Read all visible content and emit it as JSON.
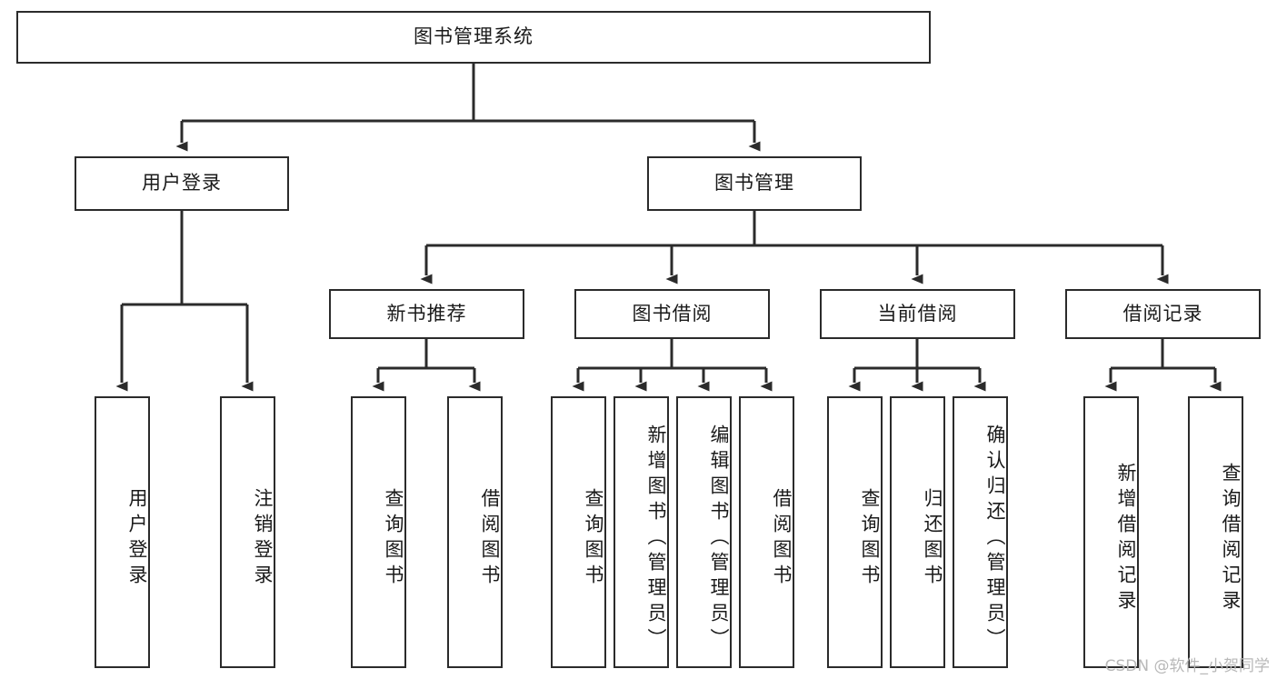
{
  "diagram": {
    "title": "图书管理系统",
    "type": "tree-hierarchy",
    "watermark": "CSDN @软件_小贺同学",
    "colors": {
      "border": "#2b2b2b",
      "fill": "#ffffff",
      "text": "#1a1a1a",
      "connector": "#2b2b2b",
      "watermark": "#b8b8b8"
    },
    "nodes": {
      "root": {
        "label": "图书管理系统"
      },
      "level2": [
        {
          "id": "user-login",
          "label": "用户登录"
        },
        {
          "id": "book-manage",
          "label": "图书管理"
        }
      ],
      "level3": [
        {
          "id": "new-book-recommend",
          "label": "新书推荐"
        },
        {
          "id": "book-borrow",
          "label": "图书借阅"
        },
        {
          "id": "current-borrow",
          "label": "当前借阅"
        },
        {
          "id": "borrow-record",
          "label": "借阅记录"
        }
      ],
      "leaves": {
        "user-login": [
          {
            "id": "leaf-user-login",
            "label": "用户登录"
          },
          {
            "id": "leaf-logout",
            "label": "注销登录"
          }
        ],
        "new-book-recommend": [
          {
            "id": "leaf-query-book-1",
            "label": "查询图书"
          },
          {
            "id": "leaf-borrow-book-1",
            "label": "借阅图书"
          }
        ],
        "book-borrow": [
          {
            "id": "leaf-query-book-2",
            "label": "查询图书"
          },
          {
            "id": "leaf-add-book",
            "label": "新增图书（管理员）"
          },
          {
            "id": "leaf-edit-book",
            "label": "编辑图书（管理员）"
          },
          {
            "id": "leaf-borrow-book-2",
            "label": "借阅图书"
          }
        ],
        "current-borrow": [
          {
            "id": "leaf-query-book-3",
            "label": "查询图书"
          },
          {
            "id": "leaf-return-book",
            "label": "归还图书"
          },
          {
            "id": "leaf-confirm-return",
            "label": "确认归还（管理员）"
          }
        ],
        "borrow-record": [
          {
            "id": "leaf-add-record",
            "label": "新增借阅记录"
          },
          {
            "id": "leaf-query-record",
            "label": "查询借阅记录"
          }
        ]
      }
    }
  }
}
